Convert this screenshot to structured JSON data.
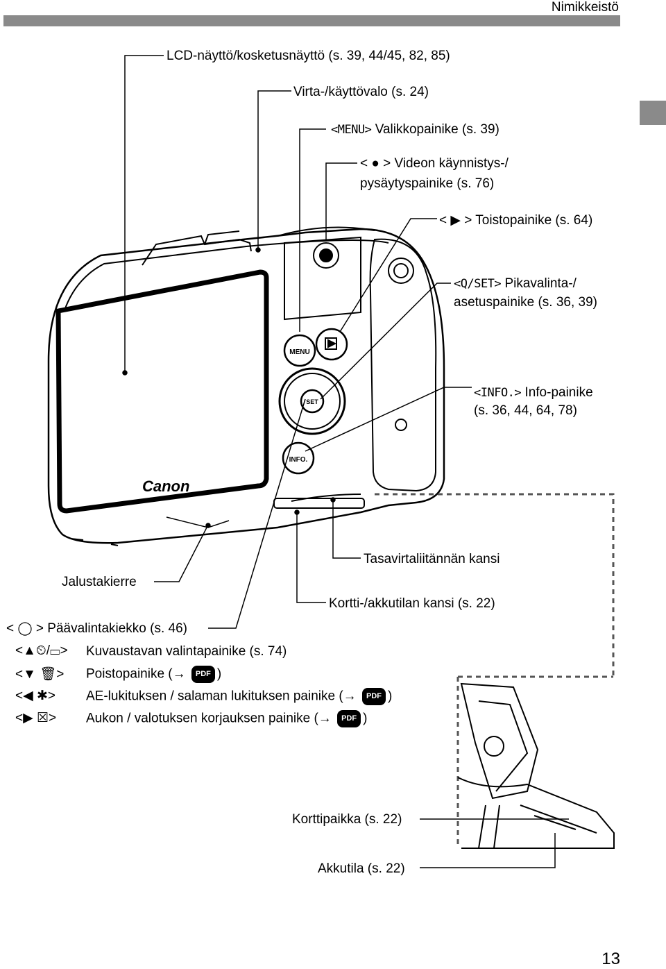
{
  "header": {
    "section": "Nimikkeistö"
  },
  "page_number": "13",
  "callouts": {
    "lcd": "LCD-näyttö/kosketusnäyttö (s. 39, 44/45, 82, 85)",
    "power_lamp": "Virta-/käyttövalo (s. 24)",
    "menu_key": "<MENU>",
    "menu_text": "Valikkopainike (s. 39)",
    "video_line1": "< ● > Videon käynnistys-/",
    "video_line2": "pysäytyspainike (s. 76)",
    "play": "< ▶ > Toistopainike (s. 64)",
    "quick_key": "<Q/SET>",
    "quick_line1": "Pikavalinta-/",
    "quick_line2": "asetuspainike (s. 36, 39)",
    "info_key": "<INFO.>",
    "info_line1": "Info-painike",
    "info_line2": "(s. 36, 44, 64, 78)",
    "dc_cover": "Tasavirtaliitännän kansi",
    "tripod": "Jalustakierre",
    "card_battery_cover": "Kortti-/akkutilan kansi (s. 22)",
    "card_slot": "Korttipaikka (s. 22)",
    "battery": "Akkutila (s. 22)"
  },
  "dial_section": {
    "main_dial": "< ◯ > Päävalintakiekko (s. 46)",
    "rows": [
      {
        "key": "<▲⏲/▭>",
        "text": "Kuvaustavan valintapainike (s. 74)"
      },
      {
        "key": "<▼ 🗑>",
        "text": "Poistopainike (→ ",
        "suffix": ")"
      },
      {
        "key": "<◀ ✱>",
        "text": "AE-lukituksen / salaman lukituksen painike (→ ",
        "suffix": ")"
      },
      {
        "key": "<▶ ☒>",
        "text": "Aukon / valotuksen korjauksen painike (→ ",
        "suffix": ")"
      }
    ],
    "pdf_label": "PDF"
  },
  "camera": {
    "brand": "Canon",
    "menu_button": "MENU",
    "info_button": "INFO.",
    "set_button": "SET"
  }
}
